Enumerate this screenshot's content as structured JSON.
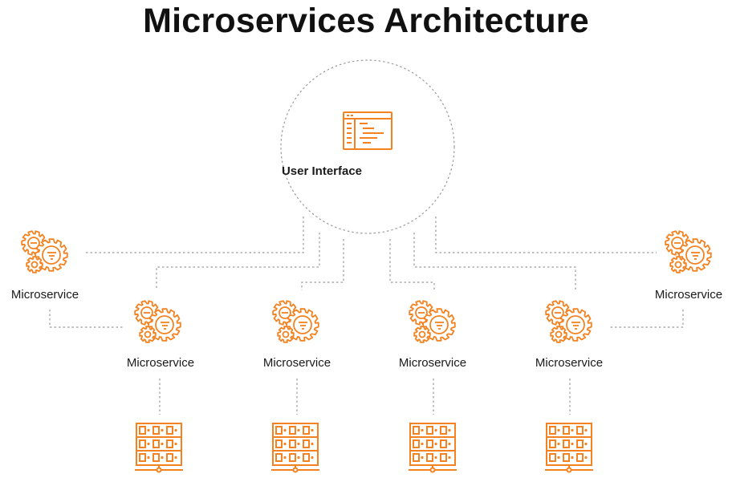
{
  "title": "Microservices Architecture",
  "colors": {
    "accent": "#f58220",
    "connector": "#9a9a9a",
    "text": "#111111"
  },
  "user_interface": {
    "label": "User Interface",
    "icon": "code-window-icon"
  },
  "microservices": [
    {
      "label": "Microservice",
      "icon": "gears-icon"
    },
    {
      "label": "Microservice",
      "icon": "gears-icon"
    },
    {
      "label": "Microservice",
      "icon": "gears-icon"
    },
    {
      "label": "Microservice",
      "icon": "gears-icon"
    },
    {
      "label": "Microservice",
      "icon": "gears-icon"
    },
    {
      "label": "Microservice",
      "icon": "gears-icon"
    }
  ],
  "databases": [
    {
      "icon": "server-rack-icon"
    },
    {
      "icon": "server-rack-icon"
    },
    {
      "icon": "server-rack-icon"
    },
    {
      "icon": "server-rack-icon"
    }
  ]
}
